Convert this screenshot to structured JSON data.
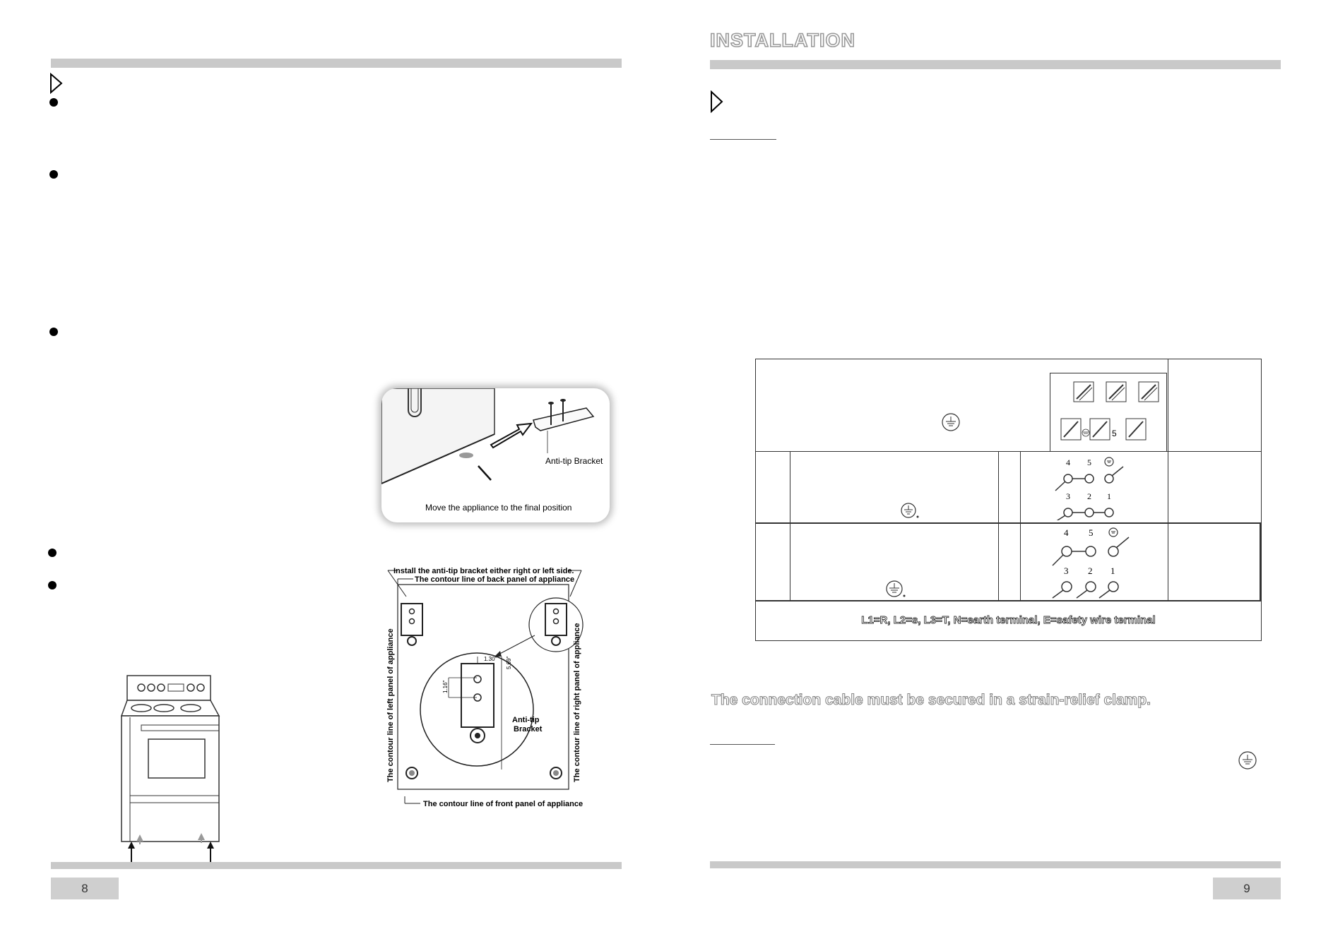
{
  "left_page": {
    "page_number": "8",
    "photo_caption": "Move the appliance to the final position",
    "photo_label": "Anti-tip Bracket",
    "diagram": {
      "top_label": "Install the anti-tip bracket either right or left side.",
      "back_label": "The contour line of back panel of appliance",
      "front_label": "The contour line of front panel of appliance",
      "left_label": "The contour line of left panel of appliance",
      "right_label": "The contour line of right panel of appliance",
      "bracket_label_1": "Anti-tip",
      "bracket_label_2": "Bracket",
      "dim_1": "1.30\"",
      "dim_2": "5.69\"",
      "dim_3": "1.16\""
    }
  },
  "right_page": {
    "page_number": "9",
    "header": "INSTALLATION",
    "terminal_numbers_top": [
      "4",
      "5"
    ],
    "terminal_numbers_bottom": [
      "3",
      "2",
      "1"
    ],
    "terminal_block_label": "5",
    "legend": "L1=R, L2=s, L3=T, N=earth terminal, E=safety wire terminal",
    "note": "The connection cable must be secured in a strain-relief clamp."
  },
  "colors": {
    "bar": "#c9c9c9",
    "page_number_bg": "#cfcfcf",
    "outline_text": "#9a9a9a"
  }
}
